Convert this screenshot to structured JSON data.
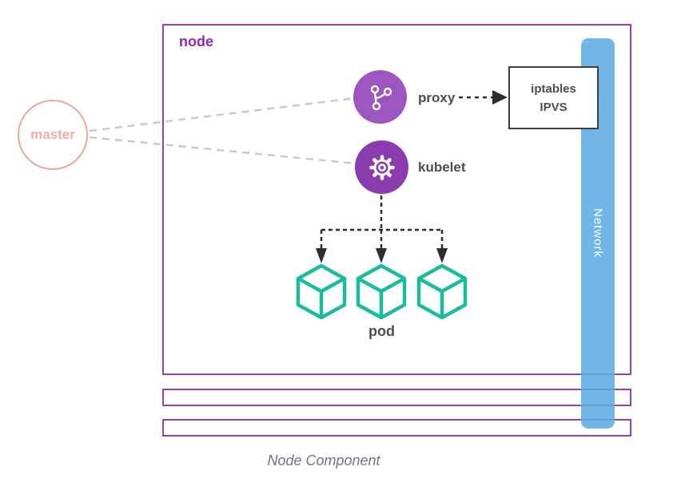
{
  "caption": "Node Component",
  "master": {
    "label": "master"
  },
  "node": {
    "label": "node"
  },
  "proxy": {
    "label": "proxy"
  },
  "kubelet": {
    "label": "kubelet"
  },
  "iptables": {
    "line1": "iptables",
    "line2": "IPVS"
  },
  "pod": {
    "label": "pod",
    "count": 3
  },
  "network": {
    "label": "Network"
  },
  "icons": {
    "proxy": "git-branch-icon",
    "kubelet": "gear-icon",
    "pod": "cube-icon"
  },
  "colors": {
    "purple_border": "#9440b5",
    "node_label_purple": "#8a2bb3",
    "proxy_fill": "#9d56c0",
    "kubelet_fill": "#8a3bae",
    "network_blue": "#71b6e7",
    "pod_teal": "#1abc9c",
    "master_pink": "#f2a39c",
    "arrow_dark": "#2e2e2e",
    "connector_gray": "#c9c9c9",
    "text_dark": "#4d4d4d",
    "caption_gray": "#6b7686"
  }
}
